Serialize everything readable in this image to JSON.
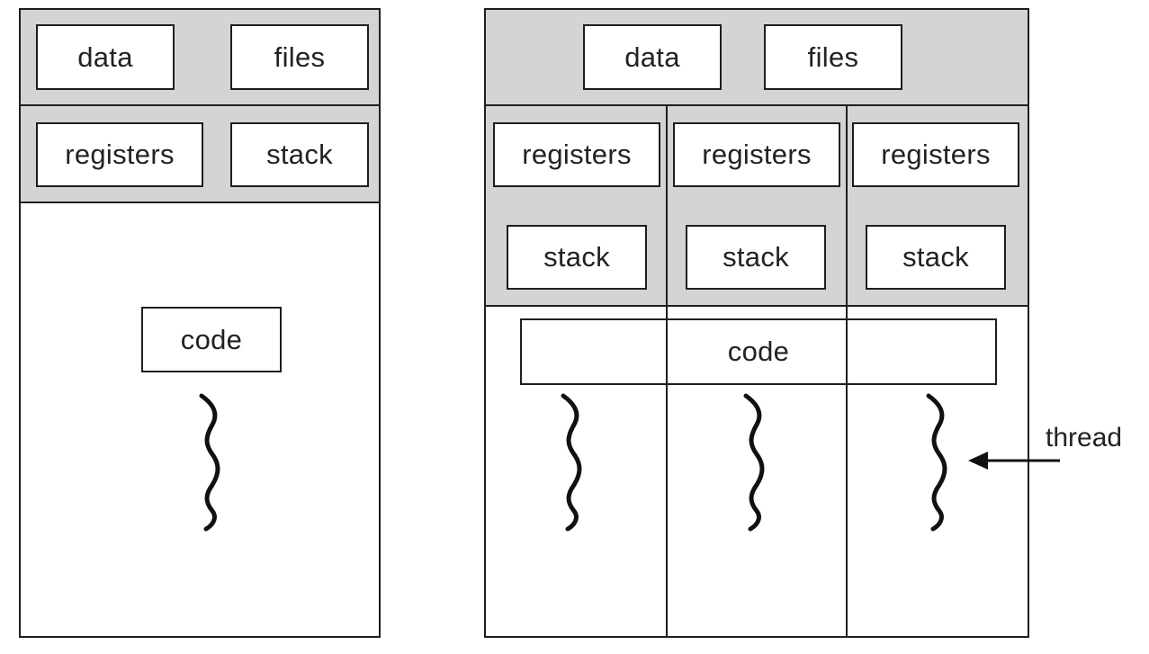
{
  "single_threaded": {
    "data_label": "data",
    "files_label": "files",
    "registers_label": "registers",
    "stack_label": "stack",
    "code_label": "code"
  },
  "multi_threaded": {
    "data_label": "data",
    "files_label": "files",
    "threads": [
      {
        "registers_label": "registers",
        "stack_label": "stack"
      },
      {
        "registers_label": "registers",
        "stack_label": "stack"
      },
      {
        "registers_label": "registers",
        "stack_label": "stack"
      }
    ],
    "code_label": "code",
    "thread_label": "thread"
  },
  "colors": {
    "shared_band": "#d4d4d4",
    "line": "#1e1e1e"
  }
}
